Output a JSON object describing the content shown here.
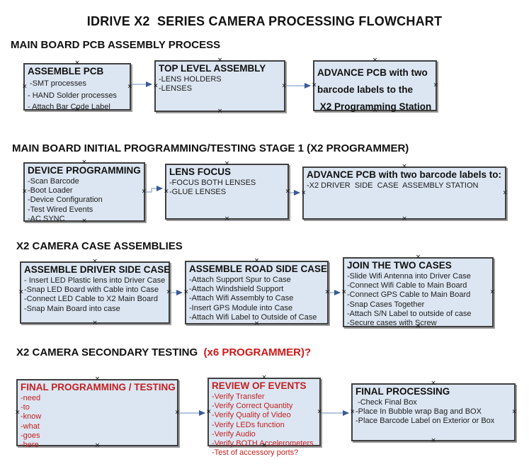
{
  "page": {
    "title": "IDRIVE X2  SERIES CAMERA PROCESSING FLOWCHART"
  },
  "colors": {
    "box_fill": "#dce6f2",
    "box_border": "#404040",
    "red_text": "#c32020",
    "heading_red": "#d31717",
    "arrow_line": "#9ab3d5",
    "arrow_head": "#3a5a96",
    "text": "#1c1c1c"
  },
  "sections": [
    {
      "heading": "MAIN BOARD PCB ASSEMBLY PROCESS",
      "boxes": [
        {
          "id": "assemble-pcb",
          "title": "ASSEMBLE PCB",
          "items": [
            " -SMT processes",
            "- HAND Solder processes",
            "- Attach Bar Code Label"
          ]
        },
        {
          "id": "top-level-assembly",
          "title": "TOP LEVEL ASSEMBLY",
          "items": [
            "-LENS HOLDERS",
            "-LENSES"
          ]
        },
        {
          "id": "advance-pcb-to-programming-station",
          "title": "",
          "lines": [
            "ADVANCE PCB with two",
            "barcode labels to the",
            " X2 Programming Station"
          ]
        }
      ]
    },
    {
      "heading": "MAIN BOARD INITIAL PROGRAMMING/TESTING STAGE 1 (X2 PROGRAMMER)",
      "boxes": [
        {
          "id": "device-programming",
          "title": "DEVICE PROGRAMMING",
          "items": [
            "-Scan Barcode",
            "-Boot Loader",
            "-Device Configuration",
            "-Test Wired Events",
            "-AC SYNC"
          ]
        },
        {
          "id": "lens-focus",
          "title": "LENS FOCUS",
          "items": [
            "-FOCUS BOTH LENSES",
            "-GLUE LENSES"
          ]
        },
        {
          "id": "advance-pcb-to-case-assembly",
          "title": "ADVANCE PCB with two barcode labels to:",
          "items": [
            "-X2 DRIVER  SIDE  CASE  ASSEMBLY STATION"
          ]
        }
      ]
    },
    {
      "heading": "X2 CAMERA CASE ASSEMBLIES",
      "boxes": [
        {
          "id": "assemble-driver-side-case",
          "title": "ASSEMBLE DRIVER SIDE CASE",
          "items": [
            "- Insert LED Plastic lens into Driver Case",
            "-Snap LED Board with Cable into Case",
            "-Connect LED Cable to X2 Main Board",
            "-Snap Main Board into case"
          ]
        },
        {
          "id": "assemble-road-side-case",
          "title": "ASSEMBLE ROAD SIDE CASE",
          "items": [
            "-Attach Support Spur to Case",
            "-Attach Windshield Support",
            "-Attach Wifi Assembly to Case",
            "-Insert GPS Module into Case",
            "-Attach Wifi Label to Outside of Case"
          ]
        },
        {
          "id": "join-the-two-cases",
          "title": "JOIN THE TWO CASES",
          "items": [
            "-Slide Wifi Antenna into Driver Case",
            "-Connect Wifi Cable to Main Board",
            "-Connect GPS Cable to Main Board",
            "-Snap Cases Together",
            "-Attach S/N Label to outside of case",
            "-Secure cases with Screw"
          ]
        }
      ]
    },
    {
      "heading": "X2 CAMERA SECONDARY TESTING ",
      "heading_red": " (x6 PROGRAMMER)?",
      "boxes": [
        {
          "id": "final-programming-testing",
          "title": "FINAL PROGRAMMING / TESTING",
          "red": true,
          "items": [
            "-need",
            "-to",
            "-know",
            "-what",
            "-goes",
            "-here"
          ]
        },
        {
          "id": "review-of-events",
          "title": "REVIEW OF EVENTS",
          "red": true,
          "items": [
            "-Verify Transfer",
            "-Verify Correct Quantity",
            "-Verify Quality of Video",
            "-Verify LEDs function",
            "-Verify Audio",
            "-Verify BOTH Accelerometers",
            "-Test of accessory ports?"
          ]
        },
        {
          "id": "final-processing",
          "title": "FINAL PROCESSING",
          "items": [
            " -Check Final Box",
            "-Place In Bubble wrap Bag and BOX",
            "-Place Barcode Label on Exterior or Box"
          ]
        }
      ]
    }
  ],
  "connectors": [
    {
      "from": "assemble-pcb",
      "to": "top-level-assembly"
    },
    {
      "from": "top-level-assembly",
      "to": "advance-pcb-to-programming-station"
    },
    {
      "from": "device-programming",
      "to": "lens-focus"
    },
    {
      "from": "lens-focus",
      "to": "advance-pcb-to-case-assembly"
    },
    {
      "from": "assemble-driver-side-case",
      "to": "assemble-road-side-case"
    },
    {
      "from": "assemble-road-side-case",
      "to": "join-the-two-cases"
    },
    {
      "from": "final-programming-testing",
      "to": "review-of-events"
    },
    {
      "from": "review-of-events",
      "to": "final-processing"
    }
  ]
}
